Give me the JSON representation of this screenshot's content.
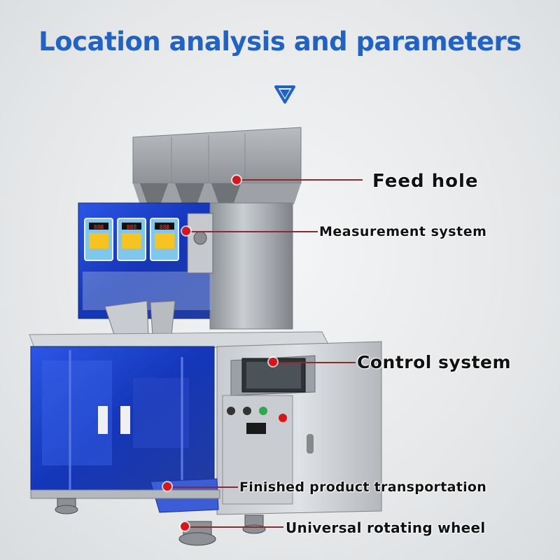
{
  "title": "Location analysis and parameters",
  "colors": {
    "title": "#1f63c8",
    "marker": "#d8151b",
    "panel": "#1a4fd8"
  },
  "icons": {
    "arrow": "down-triangle-icon"
  },
  "labels": [
    {
      "id": "feed",
      "text": "Feed hole"
    },
    {
      "id": "measure",
      "text": "Measurement system"
    },
    {
      "id": "control",
      "text": "Control system"
    },
    {
      "id": "finished",
      "text": "Finished product transportation"
    },
    {
      "id": "wheel",
      "text": "Universal rotating wheel"
    }
  ],
  "displays": [
    "888",
    "888",
    "888"
  ]
}
